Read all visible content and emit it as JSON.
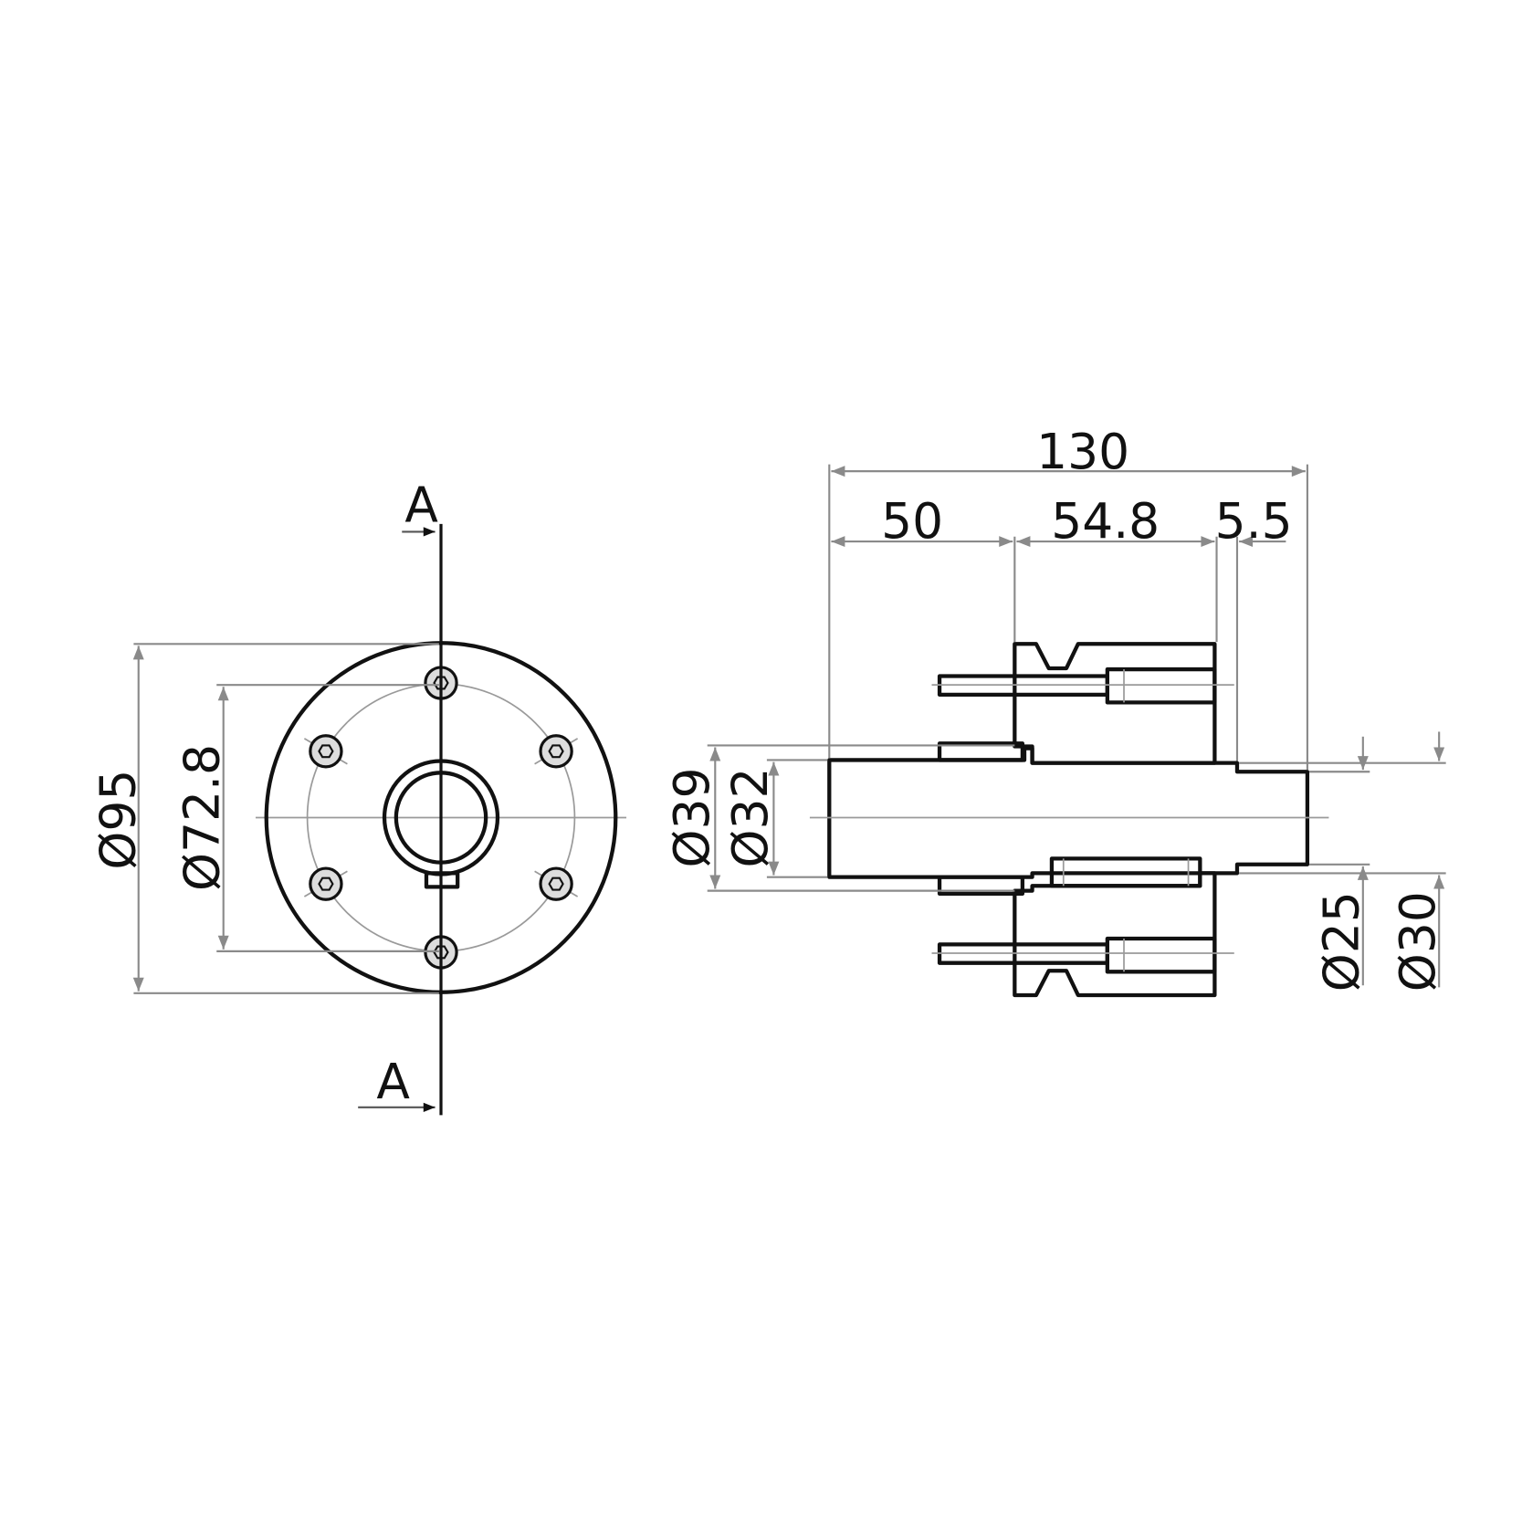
{
  "front_view": {
    "section_label_top": "A",
    "section_label_bottom": "A",
    "dim_outer_diameter": "Ø95",
    "dim_bolt_circle": "Ø72.8"
  },
  "section_view": {
    "dim_total_length": "130",
    "dim_shaft_left": "50",
    "dim_pulley_length": "54.8",
    "dim_step": "5.5",
    "dim_d39": "Ø39",
    "dim_d32": "Ø32",
    "dim_d25": "Ø25",
    "dim_d30": "Ø30"
  },
  "colors": {
    "line": "#111111",
    "dimension": "#8a8a8a"
  }
}
